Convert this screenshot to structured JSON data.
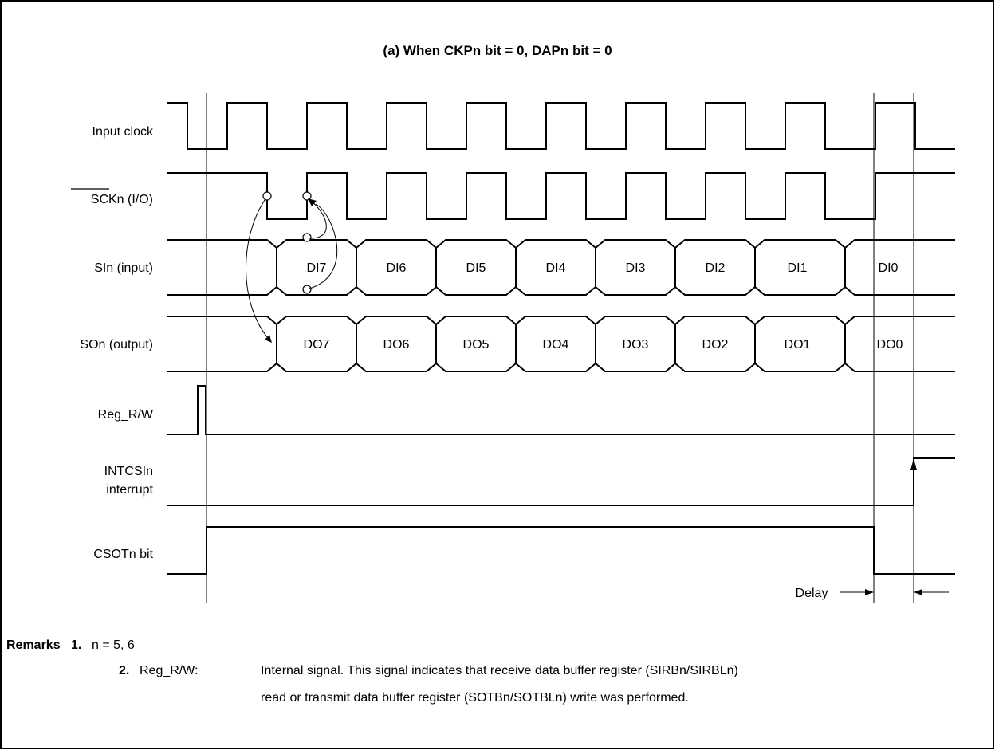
{
  "title": "(a)  When CKPn bit = 0, DAPn bit = 0",
  "signals": {
    "input_clock": "Input clock",
    "sck": "SCKn (I/O)",
    "sin": "SIn (input)",
    "son": "SOn (output)",
    "reg_rw": "Reg_R/W",
    "intcsi_line1": "INTCSIn",
    "intcsi_line2": "interrupt",
    "csot": "CSOTn bit"
  },
  "sin_cells": [
    "DI7",
    "DI6",
    "DI5",
    "DI4",
    "DI3",
    "DI2",
    "DI1",
    "DI0"
  ],
  "son_cells": [
    "DO7",
    "DO6",
    "DO5",
    "DO4",
    "DO3",
    "DO2",
    "DO1",
    "DO0"
  ],
  "delay_label": "Delay",
  "remarks": {
    "heading": "Remarks",
    "item1_num": "1.",
    "item1_text": "n = 5, 6",
    "item2_num": "2.",
    "item2_key": "Reg_R/W:",
    "item2_line1": "Internal signal.  This signal indicates that receive data buffer register (SIRBn/SIRBLn)",
    "item2_line2": "read or transmit data buffer register (SOTBn/SOTBLn) write was performed."
  }
}
